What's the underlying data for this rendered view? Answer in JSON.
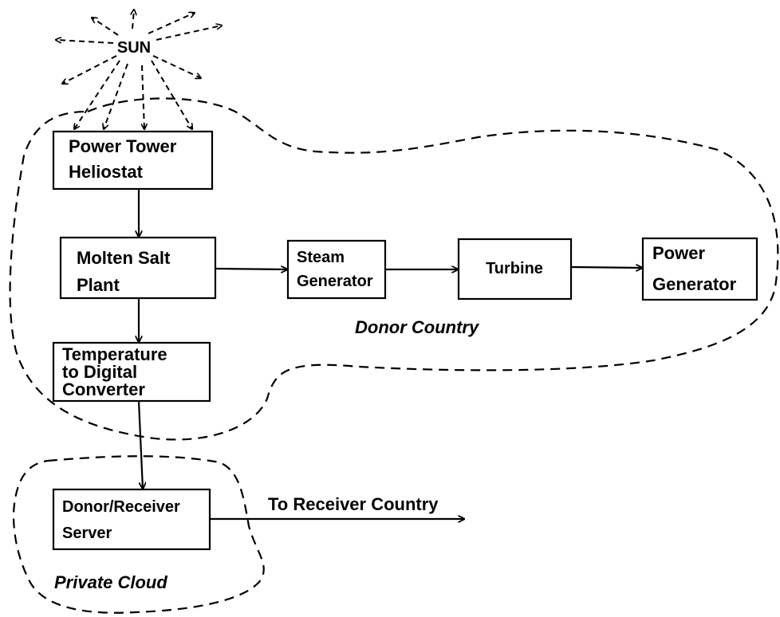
{
  "sun": {
    "label": "SUN"
  },
  "nodes": {
    "power_tower": {
      "line1": "Power Tower",
      "line2": "Heliostat"
    },
    "molten_salt": {
      "line1": "Molten Salt",
      "line2": "Plant"
    },
    "steam_generator": {
      "line1": "Steam",
      "line2": "Generator"
    },
    "turbine": {
      "line1": "Turbine"
    },
    "power_generator": {
      "line1": "Power",
      "line2": "Generator"
    },
    "temp_converter": {
      "line1": "Temperature",
      "line2": "to Digital",
      "line3": "Converter"
    },
    "server": {
      "line1": "Donor/Receiver",
      "line2": "Server"
    }
  },
  "regions": {
    "donor": "Donor Country",
    "cloud": "Private Cloud"
  },
  "edge_labels": {
    "to_receiver": "To Receiver Country"
  }
}
